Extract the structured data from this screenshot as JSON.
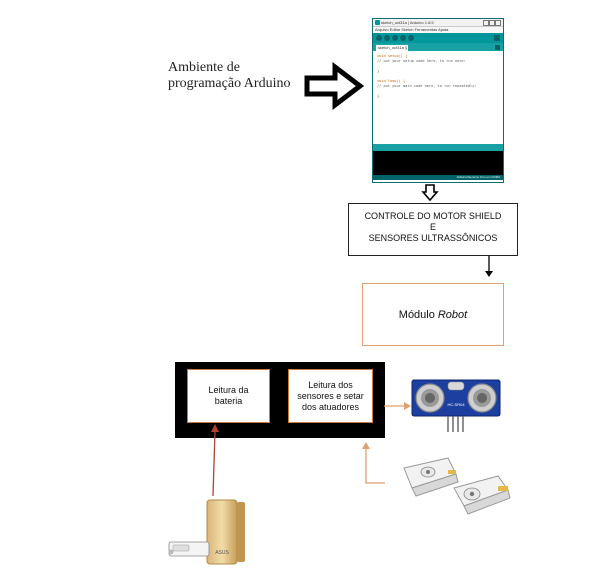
{
  "environment_label": {
    "line1": "Ambiente de",
    "line2": "programação Arduino"
  },
  "ide": {
    "title": "sketch_oct31a | Arduino 1.8.5",
    "menu": "Arquivo Editar Sketch Ferramentas Ajuda",
    "tab_label": "sketch_oct31a §",
    "code_lines": [
      "void setup() {",
      "  // put your setup code here, to run once:",
      "",
      "}",
      "",
      "void loop() {",
      "  // put your main code here, to run repeatedly:",
      "",
      "}"
    ],
    "status": "Arduino/Genuino Uno em COM1"
  },
  "controller_box": {
    "line1": "CONTROLE DO MOTOR SHIELD",
    "line2": "E",
    "line3": "SENSORES ULTRASSÔNICOS"
  },
  "robot_box": {
    "text": "Módulo",
    "italic": "Robot"
  },
  "battery_box": {
    "line1": "Leitura da",
    "line2": "bateria"
  },
  "sensors_box": {
    "line1": "Leitura dos",
    "line2": "sensores e setar",
    "line3": "dos atuadores"
  },
  "ultrasonic_sensor": {
    "label": "HC-SR04"
  },
  "power_bank": {
    "brand": "ASUS"
  },
  "colors": {
    "ide_teal": "#00979c",
    "ide_dark_teal": "#006468",
    "box_orange_border": "#e0a070",
    "battery_arrow": "#b0412f",
    "sensor_arrow": "#e0a070"
  }
}
